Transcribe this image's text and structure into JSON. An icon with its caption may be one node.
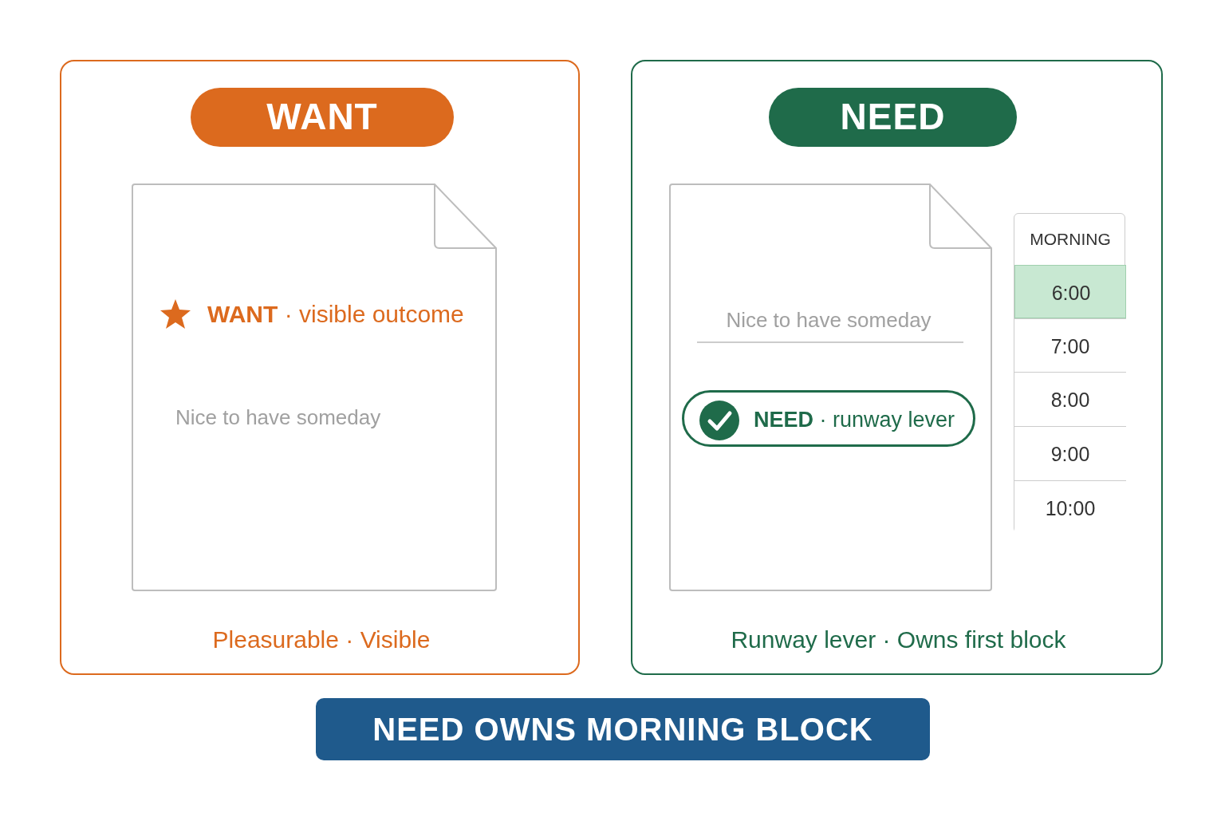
{
  "diagram": {
    "nodes": [
      {
        "text": [
          "Pleasurable · Visible"
        ]
      },
      {
        "text": [
          "WANT"
        ],
        "in": 0
      },
      {
        "text": [
          "**WANT** · visible outcome",
          "Nice to have someday"
        ],
        "in": 0
      },
      {
        "text": [
          "Runway lever · Owns first block"
        ]
      },
      {
        "text": [
          "NEED"
        ],
        "in": 3
      },
      {
        "text": [
          "Nice to have someday"
        ],
        "in": 3
      },
      {
        "text": [
          "**NEED** · runway lever"
        ],
        "in": 5
      },
      {
        "text": [
          "MORNING"
        ],
        "in": 3
      },
      {
        "text": [
          "6:00"
        ],
        "in": 7
      },
      {
        "text": [
          "7:00"
        ],
        "in": 7
      },
      {
        "text": [
          "8:00"
        ],
        "in": 7
      },
      {
        "text": [
          "9:00"
        ],
        "in": 7
      },
      {
        "text": [
          "10:00"
        ],
        "in": 7
      },
      {
        "text": [
          "NEED OWNS MORNING BLOCK"
        ]
      }
    ]
  }
}
